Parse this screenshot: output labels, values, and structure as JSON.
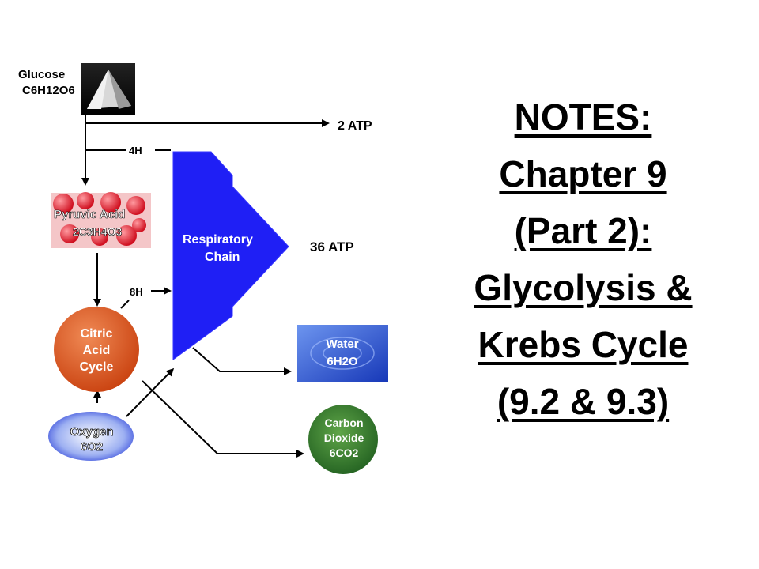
{
  "title_lines": [
    "NOTES:",
    "Chapter 9",
    "(Part 2):",
    "Glycolysis &",
    "Krebs Cycle",
    "(9.2 & 9.3)"
  ],
  "diagram": {
    "glucose": {
      "label": "Glucose",
      "formula": "C6H12O6"
    },
    "atp_top": "2 ATP",
    "atp_chain": "36 ATP",
    "h4": "4H",
    "h8": "8H",
    "pyruvic": {
      "line1": "Pyruvic Acid",
      "line2": "2C3H4O3"
    },
    "chain": {
      "line1": "Respiratory",
      "line2": "Chain"
    },
    "citric": {
      "line1": "Citric",
      "line2": "Acid",
      "line3": "Cycle"
    },
    "oxygen": {
      "line1": "Oxygen",
      "line2": "6O2"
    },
    "water": {
      "line1": "Water",
      "line2": "6H2O"
    },
    "co2": {
      "line1": "Carbon",
      "line2": "Dioxide",
      "line3": "6CO2"
    },
    "colors": {
      "chain_blue": "#1f1ff5",
      "citric_orange": "#d9541e",
      "pyruvic_red": "#e01b2a",
      "water_blue": "#1a4fd6",
      "co2_green": "#2f7a2a",
      "oxygen_blue": "#2a3fd8"
    }
  }
}
